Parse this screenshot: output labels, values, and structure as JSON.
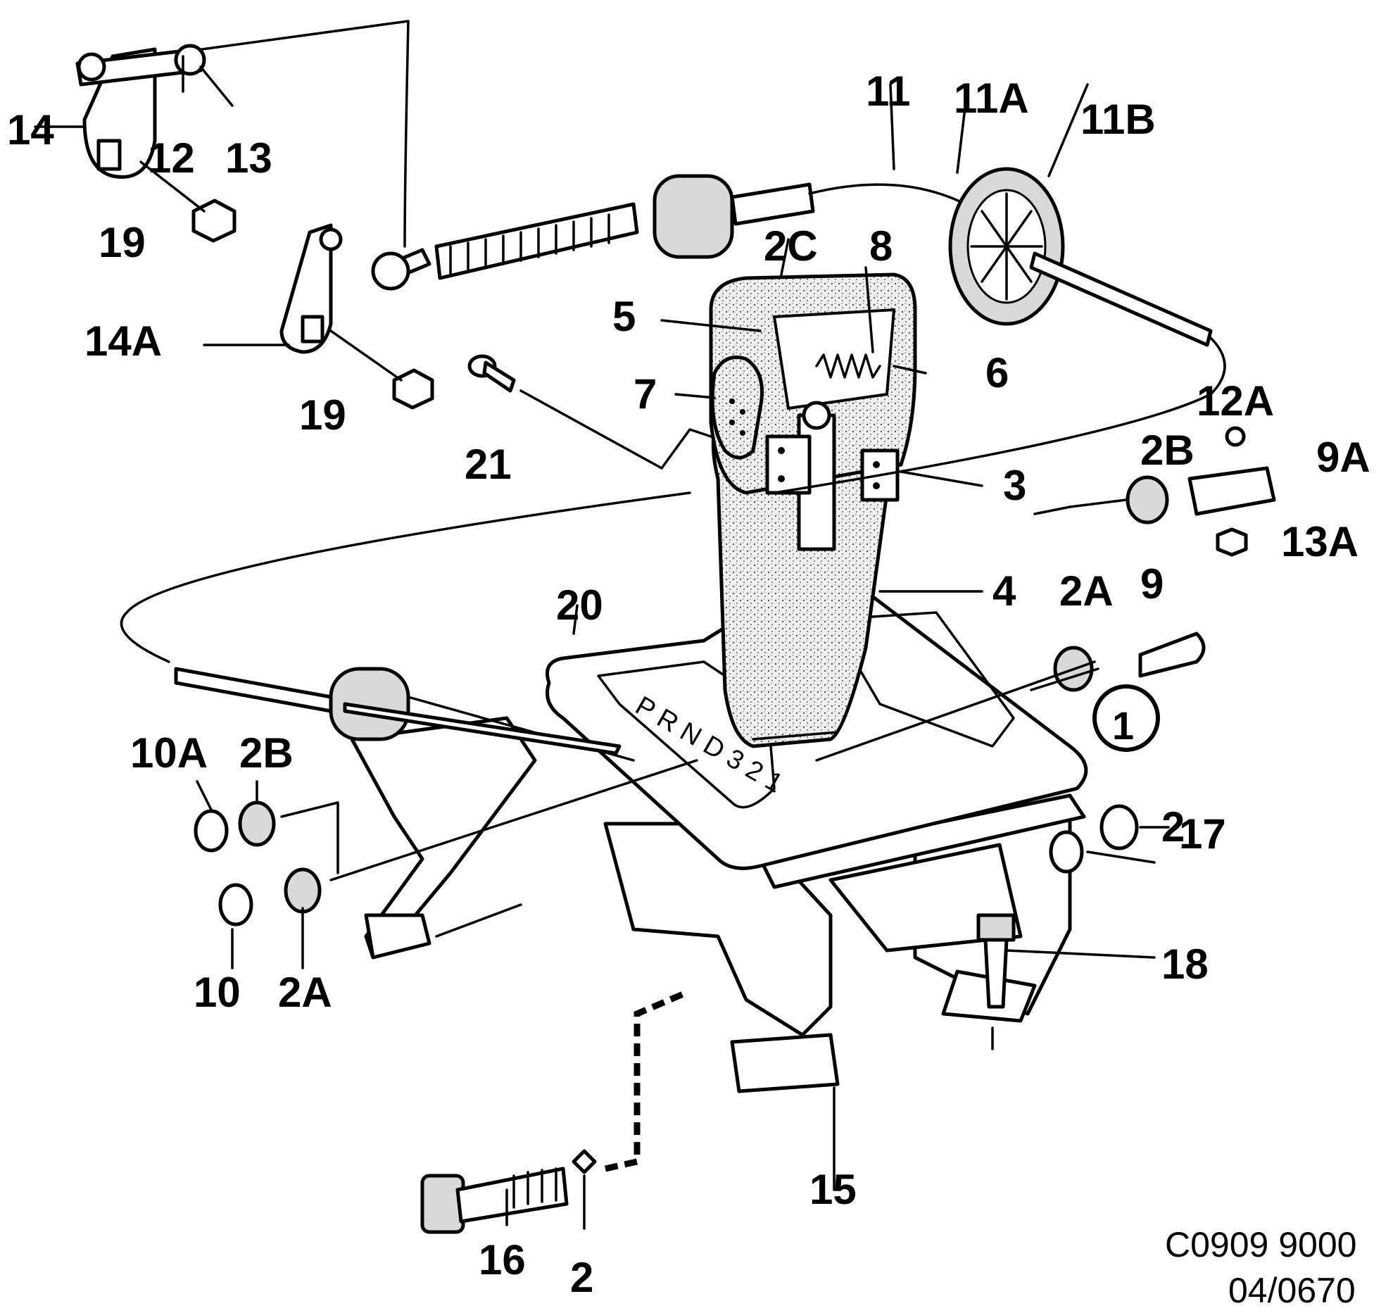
{
  "callouts": {
    "c1": "1",
    "c2a": "2",
    "c2b": "2",
    "c2A_left": "2A",
    "c2A_right": "2A",
    "c2B_left": "2B",
    "c2B_right": "2B",
    "c2C": "2C",
    "c3": "3",
    "c4": "4",
    "c5": "5",
    "c6": "6",
    "c7": "7",
    "c8": "8",
    "c9": "9",
    "c9A": "9A",
    "c10": "10",
    "c10A": "10A",
    "c11": "11",
    "c11A": "11A",
    "c11B": "11B",
    "c12": "12",
    "c12A": "12A",
    "c13": "13",
    "c13A": "13A",
    "c14": "14",
    "c14A": "14A",
    "c15": "15",
    "c16": "16",
    "c17": "17",
    "c18": "18",
    "c19a": "19",
    "c19b": "19",
    "c20": "20",
    "c21": "21"
  },
  "drawing_code": {
    "line1": "C0909 9000",
    "line2": "04/0670"
  }
}
